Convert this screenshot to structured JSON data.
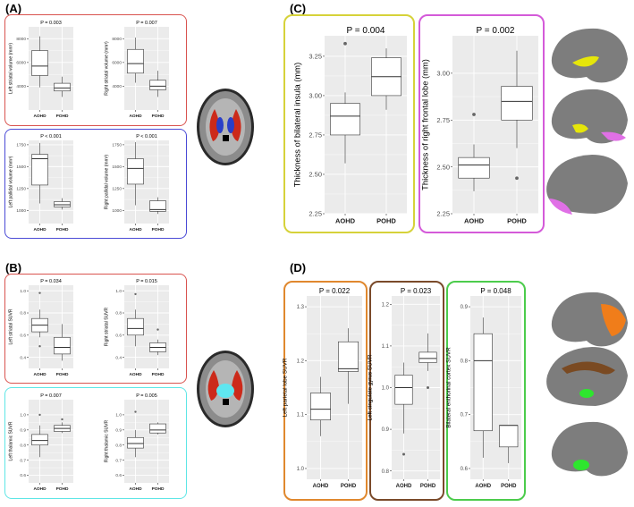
{
  "panel_labels": {
    "A": "(A)",
    "B": "(B)",
    "C": "(C)",
    "D": "(D)"
  },
  "colors": {
    "red_frame": "#d9534f",
    "blue_frame": "#4a4ad6",
    "cyan_frame": "#5ee6e6",
    "yellow_frame": "#d6d23a",
    "magenta_frame": "#d45ad9",
    "orange_frame": "#e0882e",
    "brown_frame": "#7a4a2a",
    "green_frame": "#4ccc4c",
    "panel_bg": "#ebebeb",
    "grid": "#ffffff"
  },
  "chart_data": [
    {
      "id": "A1",
      "type": "box",
      "title": "P = 0.003",
      "ylabel": "Left striatal volume (mm³)",
      "categories": [
        "AOHD",
        "POHD"
      ],
      "ylim": [
        2000,
        9000
      ],
      "yticks": [
        4000,
        6000,
        8000
      ],
      "boxes": [
        {
          "min": 3900,
          "q1": 4900,
          "median": 5700,
          "q3": 7000,
          "max": 8200,
          "outliers": []
        },
        {
          "min": 3100,
          "q1": 3600,
          "median": 3850,
          "q3": 4250,
          "max": 4800,
          "outliers": []
        }
      ]
    },
    {
      "id": "A2",
      "type": "box",
      "title": "P = 0.007",
      "ylabel": "Right striatal volume (mm³)",
      "categories": [
        "AOHD",
        "POHD"
      ],
      "ylim": [
        2000,
        9000
      ],
      "yticks": [
        4000,
        6000,
        8000
      ],
      "boxes": [
        {
          "min": 4300,
          "q1": 5100,
          "median": 5900,
          "q3": 7100,
          "max": 8100,
          "outliers": []
        },
        {
          "min": 3100,
          "q1": 3700,
          "median": 4000,
          "q3": 4500,
          "max": 5300,
          "outliers": []
        }
      ]
    },
    {
      "id": "A3",
      "type": "box",
      "title": "P < 0.001",
      "ylabel": "Left pallidal volume (mm³)",
      "categories": [
        "AOHD",
        "POHD"
      ],
      "ylim": [
        850,
        1800
      ],
      "yticks": [
        1000,
        1250,
        1500,
        1750
      ],
      "boxes": [
        {
          "min": 1080,
          "q1": 1290,
          "median": 1590,
          "q3": 1640,
          "max": 1770,
          "outliers": []
        },
        {
          "min": 1010,
          "q1": 1040,
          "median": 1065,
          "q3": 1100,
          "max": 1140,
          "outliers": []
        }
      ]
    },
    {
      "id": "A4",
      "type": "box",
      "title": "P < 0.001",
      "ylabel": "Right pallidal volume (mm³)",
      "categories": [
        "AOHD",
        "POHD"
      ],
      "ylim": [
        850,
        1800
      ],
      "yticks": [
        1000,
        1250,
        1500,
        1750
      ],
      "boxes": [
        {
          "min": 1060,
          "q1": 1300,
          "median": 1480,
          "q3": 1590,
          "max": 1780,
          "outliers": []
        },
        {
          "min": 960,
          "q1": 990,
          "median": 1010,
          "q3": 1110,
          "max": 1150,
          "outliers": []
        }
      ]
    },
    {
      "id": "B1",
      "type": "box",
      "title": "P = 0.034",
      "ylabel": "Left striatal SUVR",
      "categories": [
        "AOHD",
        "POHD"
      ],
      "ylim": [
        0.3,
        1.05
      ],
      "yticks": [
        0.4,
        0.6,
        0.8,
        1.0
      ],
      "boxes": [
        {
          "min": 0.58,
          "q1": 0.63,
          "median": 0.69,
          "q3": 0.75,
          "max": 0.83,
          "outliers": [
            0.98,
            0.5
          ]
        },
        {
          "min": 0.37,
          "q1": 0.43,
          "median": 0.49,
          "q3": 0.58,
          "max": 0.7,
          "outliers": []
        }
      ]
    },
    {
      "id": "B2",
      "type": "box",
      "title": "P = 0.015",
      "ylabel": "Right striatal SUVR",
      "categories": [
        "AOHD",
        "POHD"
      ],
      "ylim": [
        0.3,
        1.05
      ],
      "yticks": [
        0.4,
        0.6,
        0.8,
        1.0
      ],
      "boxes": [
        {
          "min": 0.5,
          "q1": 0.6,
          "median": 0.66,
          "q3": 0.75,
          "max": 0.83,
          "outliers": [
            0.97
          ]
        },
        {
          "min": 0.42,
          "q1": 0.45,
          "median": 0.49,
          "q3": 0.53,
          "max": 0.56,
          "outliers": [
            0.65
          ]
        }
      ]
    },
    {
      "id": "B3",
      "type": "box",
      "title": "P = 0.007",
      "ylabel": "Left thalamic SUVR",
      "categories": [
        "AOHD",
        "POHD"
      ],
      "ylim": [
        0.55,
        1.1
      ],
      "yticks": [
        0.6,
        0.7,
        0.8,
        0.9,
        1.0
      ],
      "boxes": [
        {
          "min": 0.72,
          "q1": 0.8,
          "median": 0.83,
          "q3": 0.87,
          "max": 0.93,
          "outliers": [
            1.0
          ]
        },
        {
          "min": 0.88,
          "q1": 0.89,
          "median": 0.91,
          "q3": 0.93,
          "max": 0.95,
          "outliers": [
            0.97
          ]
        }
      ]
    },
    {
      "id": "B4",
      "type": "box",
      "title": "P = 0.005",
      "ylabel": "Right thalamic SUVR",
      "categories": [
        "AOHD",
        "POHD"
      ],
      "ylim": [
        0.55,
        1.1
      ],
      "yticks": [
        0.6,
        0.7,
        0.8,
        0.9,
        1.0
      ],
      "boxes": [
        {
          "min": 0.72,
          "q1": 0.78,
          "median": 0.81,
          "q3": 0.85,
          "max": 0.9,
          "outliers": [
            1.02
          ]
        },
        {
          "min": 0.87,
          "q1": 0.88,
          "median": 0.9,
          "q3": 0.94,
          "max": 0.95,
          "outliers": []
        }
      ]
    },
    {
      "id": "C1",
      "type": "box",
      "title": "P = 0.004",
      "ylabel": "Thickness of bilateral insula (mm)",
      "categories": [
        "AOHD",
        "POHD"
      ],
      "ylim": [
        2.25,
        3.38
      ],
      "yticks": [
        2.25,
        2.5,
        2.75,
        3.0,
        3.25
      ],
      "boxes": [
        {
          "min": 2.57,
          "q1": 2.75,
          "median": 2.87,
          "q3": 2.95,
          "max": 3.02,
          "outliers": [
            3.33
          ]
        },
        {
          "min": 2.91,
          "q1": 3.0,
          "median": 3.12,
          "q3": 3.24,
          "max": 3.3,
          "outliers": []
        }
      ]
    },
    {
      "id": "C2",
      "type": "box",
      "title": "P = 0.002",
      "ylabel": "Thickness of right frontal lobe (mm)",
      "categories": [
        "AOHD",
        "POHD"
      ],
      "ylim": [
        2.25,
        3.2
      ],
      "yticks": [
        2.25,
        2.5,
        2.75,
        3.0
      ],
      "boxes": [
        {
          "min": 2.37,
          "q1": 2.44,
          "median": 2.51,
          "q3": 2.55,
          "max": 2.62,
          "outliers": [
            2.78
          ]
        },
        {
          "min": 2.6,
          "q1": 2.75,
          "median": 2.85,
          "q3": 2.93,
          "max": 3.12,
          "outliers": [
            2.44
          ]
        }
      ]
    },
    {
      "id": "D1",
      "type": "box",
      "title": "P = 0.022",
      "ylabel": "Left parietal lobe SUVR",
      "categories": [
        "AOHD",
        "POHD"
      ],
      "ylim": [
        0.98,
        1.32
      ],
      "yticks": [
        1.0,
        1.1,
        1.2,
        1.3
      ],
      "boxes": [
        {
          "min": 1.06,
          "q1": 1.09,
          "median": 1.11,
          "q3": 1.14,
          "max": 1.17,
          "outliers": []
        },
        {
          "min": 1.12,
          "q1": 1.18,
          "median": 1.185,
          "q3": 1.235,
          "max": 1.26,
          "outliers": []
        }
      ]
    },
    {
      "id": "D2",
      "type": "box",
      "title": "P = 0.023",
      "ylabel": "Left cingulate gyrus SUVR",
      "categories": [
        "AOHD",
        "POHD"
      ],
      "ylim": [
        0.78,
        1.22
      ],
      "yticks": [
        0.8,
        0.9,
        1.0,
        1.1,
        1.2
      ],
      "boxes": [
        {
          "min": 0.89,
          "q1": 0.96,
          "median": 1.0,
          "q3": 1.03,
          "max": 1.06,
          "outliers": [
            0.84
          ]
        },
        {
          "min": 1.04,
          "q1": 1.06,
          "median": 1.07,
          "q3": 1.085,
          "max": 1.13,
          "outliers": [
            1.0
          ]
        }
      ]
    },
    {
      "id": "D3",
      "type": "box",
      "title": "P = 0.048",
      "ylabel": "Bilateral enthorinal cortex SUVR",
      "categories": [
        "AOHD",
        "POHD"
      ],
      "ylim": [
        0.58,
        0.92
      ],
      "yticks": [
        0.6,
        0.7,
        0.8,
        0.9
      ],
      "boxes": [
        {
          "min": 0.62,
          "q1": 0.67,
          "median": 0.8,
          "q3": 0.85,
          "max": 0.88,
          "outliers": []
        },
        {
          "min": 0.61,
          "q1": 0.64,
          "median": 0.68,
          "q3": 0.68,
          "max": 0.68,
          "outliers": []
        }
      ]
    }
  ]
}
